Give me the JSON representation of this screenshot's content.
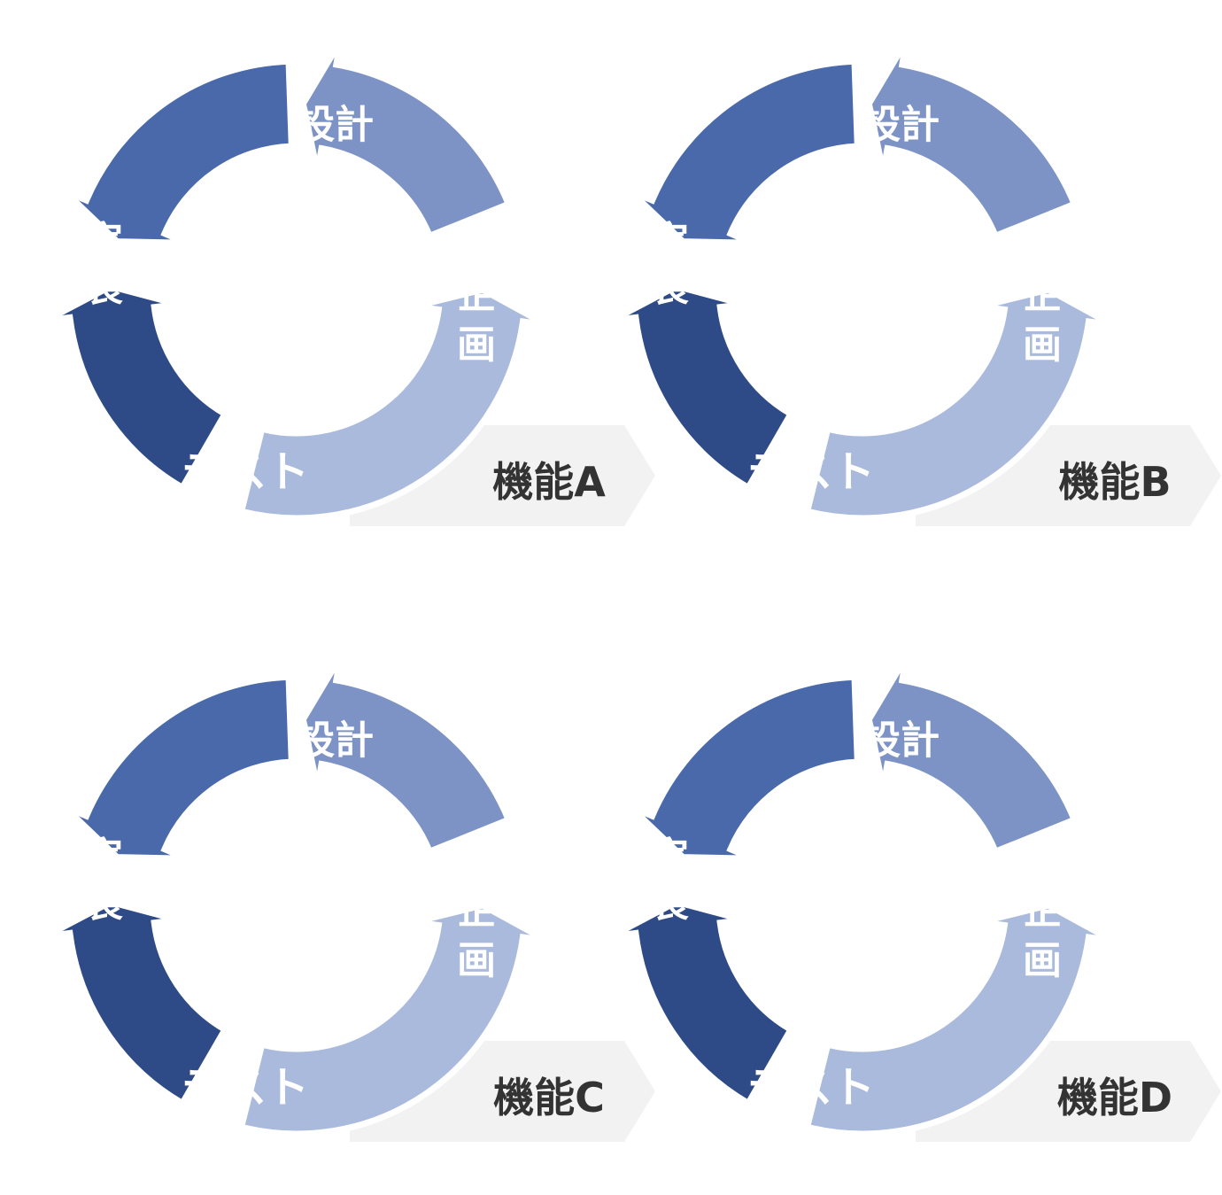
{
  "colors": {
    "plan": "#aabadc",
    "design": "#7d93c5",
    "implement": "#4a69aa",
    "test": "#2e4b87",
    "tag_bg": "#f2f2f2",
    "tag_text": "#333333",
    "segment_text": "#ffffff"
  },
  "segments": {
    "plan": "企画",
    "design": "設計",
    "implement": "実装",
    "test": "テスト"
  },
  "cycles": [
    {
      "tag": "機能A"
    },
    {
      "tag": "機能B"
    },
    {
      "tag": "機能C"
    },
    {
      "tag": "機能D"
    }
  ]
}
